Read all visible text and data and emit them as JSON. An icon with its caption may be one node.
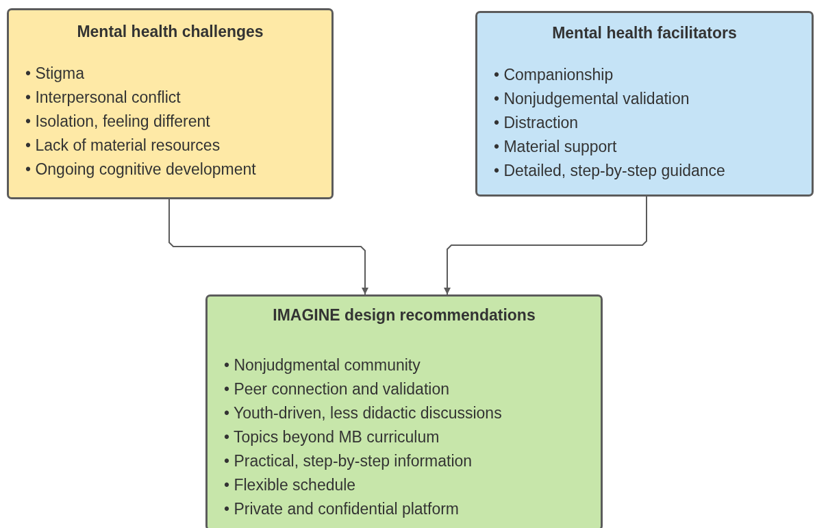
{
  "diagram": {
    "nodes": [
      {
        "text": [
          "Mental health challenges",
          "• Stigma",
          "• Interpersonal conflict",
          "• Isolation, feeling different",
          "• Lack of material resources",
          "• Ongoing cognitive development"
        ]
      },
      {
        "text": [
          "Mental health facilitators",
          "• Companionship",
          "• Nonjudgemental validation",
          "• Distraction",
          "• Material support",
          "• Detailed, step-by-step guidance"
        ]
      },
      {
        "text": [
          "IMAGINE design recommendations",
          "• Nonjudgmental community",
          "• Peer connection and validation",
          "• Youth-driven, less didactic discussions",
          "• Topics beyond MB curriculum",
          "• Practical, step-by-step information",
          "• Flexible schedule",
          "• Private and confidential platform"
        ]
      }
    ],
    "edges": [
      {
        "from": 0,
        "to": 2,
        "arrow": "to"
      },
      {
        "from": 1,
        "to": 2,
        "arrow": "to"
      }
    ]
  }
}
